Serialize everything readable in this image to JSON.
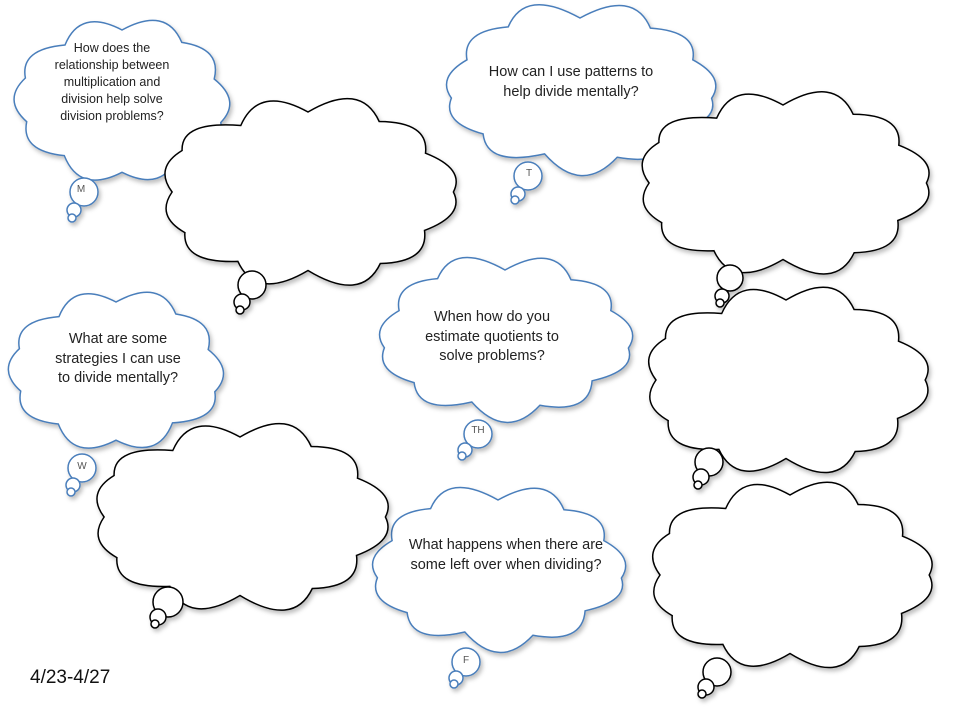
{
  "date_range": "4/23-4/27",
  "question_clouds": [
    {
      "day": "M",
      "question": "How does the relationship between multiplication and division help solve division problems?"
    },
    {
      "day": "T",
      "question": "How can I use patterns to help divide mentally?"
    },
    {
      "day": "W",
      "question": "What are some strategies I can use to divide mentally?"
    },
    {
      "day": "TH",
      "question": "When how do you estimate quotients to solve problems?"
    },
    {
      "day": "F",
      "question": "What happens when there are some left over when dividing?"
    }
  ],
  "colors": {
    "question_outline": "#4a7ebb",
    "answer_outline": "#000000",
    "fill": "#ffffff"
  }
}
